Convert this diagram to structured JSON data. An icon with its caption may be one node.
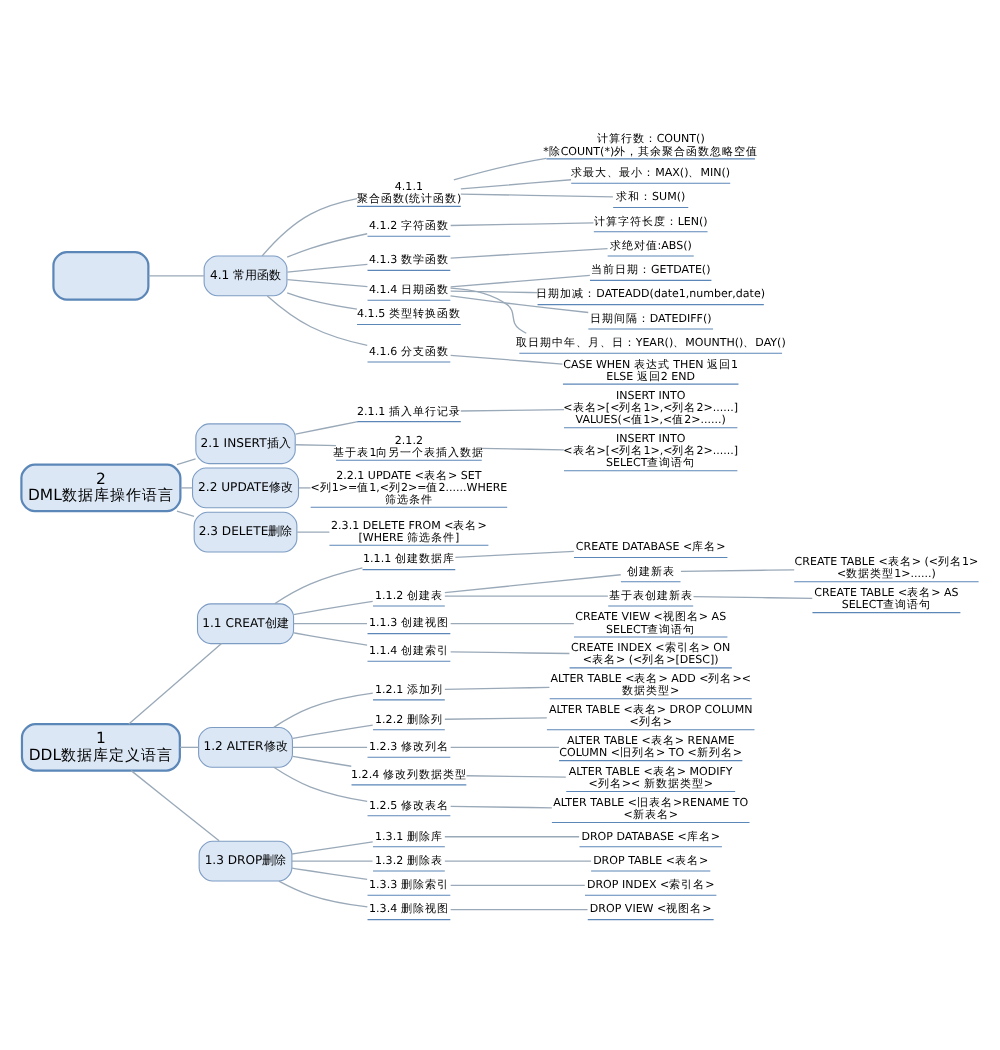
{
  "diagram": {
    "nodes": [
      {
        "text": [
          "1",
          "DDL数据库定义语言"
        ]
      },
      {
        "text": [
          "1.1 CREAT创建"
        ]
      },
      {
        "text": [
          "1.1.1 创建数据库"
        ]
      },
      {
        "text": [
          "CREATE DATABASE <库名>"
        ]
      },
      {
        "text": [
          "1.1.2 创建表"
        ]
      },
      {
        "text": [
          "创建新表"
        ]
      },
      {
        "text": [
          "CREATE TABLE <表名> (<列名1> <数据类型1>......)"
        ]
      },
      {
        "text": [
          "基于表创建新表"
        ]
      },
      {
        "text": [
          "CREATE TABLE <表名> AS SELECT查询语句"
        ]
      },
      {
        "text": [
          "1.1.3 创建视图"
        ]
      },
      {
        "text": [
          "CREATE VIEW <视图名> AS SELECT查询语句"
        ]
      },
      {
        "text": [
          "1.1.4 创建索引"
        ]
      },
      {
        "text": [
          "CREATE INDEX <索引名> ON <表名> (<列名>[DESC])"
        ]
      },
      {
        "text": [
          "1.2 ALTER修改"
        ]
      },
      {
        "text": [
          "1.2.1 添加列"
        ]
      },
      {
        "text": [
          "ALTER TABLE <表名> ADD <列名>< 数据类型>"
        ]
      },
      {
        "text": [
          "1.2.2 删除列"
        ]
      },
      {
        "text": [
          "ALTER TABLE <表名> DROP COLUMN <列名>"
        ]
      },
      {
        "text": [
          "1.2.3 修改列名"
        ]
      },
      {
        "text": [
          "ALTER TABLE <表名> RENAME COLUMN <旧列名> TO <新列名>"
        ]
      },
      {
        "text": [
          "1.2.4 修改列数据类型"
        ]
      },
      {
        "text": [
          "ALTER TABLE <表名> MODIFY <列名>< 新数据类型>"
        ]
      },
      {
        "text": [
          "1.2.5 修改表名"
        ]
      },
      {
        "text": [
          "ALTER TABLE <旧表名>RENAME TO <新表名>"
        ]
      },
      {
        "text": [
          "1.3 DROP删除"
        ]
      },
      {
        "text": [
          "1.3.1 删除库"
        ]
      },
      {
        "text": [
          "DROP DATABASE <库名>"
        ]
      },
      {
        "text": [
          "1.3.2 删除表"
        ]
      },
      {
        "text": [
          "DROP TABLE <表名>"
        ]
      },
      {
        "text": [
          "1.3.3 删除索引"
        ]
      },
      {
        "text": [
          "DROP INDEX <索引名>"
        ]
      },
      {
        "text": [
          "1.3.4 删除视图"
        ]
      },
      {
        "text": [
          "DROP VIEW <视图名>"
        ]
      },
      {
        "text": [
          "2",
          "DML数据库操作语言"
        ]
      },
      {
        "text": [
          "2.1 INSERT插入"
        ]
      },
      {
        "text": [
          "2.1.1 插入单行记录"
        ]
      },
      {
        "text": [
          "INSERT INTO <表名>[<列名1>,<列名2>......]",
          "VALUES(<值1>,<值2>......)"
        ]
      },
      {
        "text": [
          "2.1.2 基于表1向另一个表插入数据"
        ]
      },
      {
        "text": [
          "INSERT INTO <表名>[<列名1>,<列名2>......]",
          "SELECT查询语句"
        ]
      },
      {
        "text": [
          "2.2 UPDATE修改"
        ]
      },
      {
        "text": [
          "2.2.1 UPDATE <表名> SET <列1>=值1,<列2>=值2......WHERE 筛选条件"
        ]
      },
      {
        "text": [
          "2.3 DELETE删除"
        ]
      },
      {
        "text": [
          "2.3.1 DELETE FROM <表名> [WHERE 筛选条件]"
        ]
      },
      {
        "text": [
          "4.1 常用函数"
        ]
      },
      {
        "text": [
          "4.1.1",
          "聚合函数(统计函数)"
        ]
      },
      {
        "text": [
          "计算行数：COUNT()",
          "*除COUNT(*)外，其余聚合函数忽略空值"
        ]
      },
      {
        "text": [
          "求最大、最小：MAX()、MIN()"
        ]
      },
      {
        "text": [
          "求和：SUM()"
        ]
      },
      {
        "text": [
          "4.1.2 字符函数"
        ]
      },
      {
        "text": [
          "计算字符长度：LEN()"
        ]
      },
      {
        "text": [
          "4.1.3 数学函数"
        ]
      },
      {
        "text": [
          "求绝对值:ABS()"
        ]
      },
      {
        "text": [
          "4.1.4 日期函数"
        ]
      },
      {
        "text": [
          "当前日期：GETDATE()"
        ]
      },
      {
        "text": [
          "日期加减：DATEADD(date1,number,date)"
        ]
      },
      {
        "text": [
          "日期间隔：DATEDIFF()"
        ]
      },
      {
        "text": [
          "取日期中年、月、日：YEAR()、MOUNTH()、DAY()"
        ]
      },
      {
        "text": [
          "4.1.5 类型转换函数"
        ]
      },
      {
        "text": [
          "4.1.6 分支函数"
        ]
      },
      {
        "text": [
          "CASE WHEN 表达式 THEN 返回1 ELSE 返回2 END"
        ]
      },
      {
        "text": [],
        "shape": "box"
      }
    ],
    "edges": [
      {
        "from": 0,
        "to": 1,
        "arrow": "none"
      },
      {
        "from": 1,
        "to": 2,
        "arrow": "none"
      },
      {
        "from": 2,
        "to": 3,
        "arrow": "none"
      },
      {
        "from": 1,
        "to": 4,
        "arrow": "none"
      },
      {
        "from": 4,
        "to": 5,
        "arrow": "none"
      },
      {
        "from": 5,
        "to": 6,
        "arrow": "none"
      },
      {
        "from": 4,
        "to": 7,
        "arrow": "none"
      },
      {
        "from": 7,
        "to": 8,
        "arrow": "none"
      },
      {
        "from": 1,
        "to": 9,
        "arrow": "none"
      },
      {
        "from": 9,
        "to": 10,
        "arrow": "none"
      },
      {
        "from": 1,
        "to": 11,
        "arrow": "none"
      },
      {
        "from": 11,
        "to": 12,
        "arrow": "none"
      },
      {
        "from": 0,
        "to": 13,
        "arrow": "none"
      },
      {
        "from": 13,
        "to": 14,
        "arrow": "none"
      },
      {
        "from": 14,
        "to": 15,
        "arrow": "none"
      },
      {
        "from": 13,
        "to": 16,
        "arrow": "none"
      },
      {
        "from": 16,
        "to": 17,
        "arrow": "none"
      },
      {
        "from": 13,
        "to": 18,
        "arrow": "none"
      },
      {
        "from": 18,
        "to": 19,
        "arrow": "none"
      },
      {
        "from": 13,
        "to": 20,
        "arrow": "none"
      },
      {
        "from": 20,
        "to": 21,
        "arrow": "none"
      },
      {
        "from": 13,
        "to": 22,
        "arrow": "none"
      },
      {
        "from": 22,
        "to": 23,
        "arrow": "none"
      },
      {
        "from": 0,
        "to": 24,
        "arrow": "none"
      },
      {
        "from": 24,
        "to": 25,
        "arrow": "none"
      },
      {
        "from": 25,
        "to": 26,
        "arrow": "none"
      },
      {
        "from": 24,
        "to": 27,
        "arrow": "none"
      },
      {
        "from": 27,
        "to": 28,
        "arrow": "none"
      },
      {
        "from": 24,
        "to": 29,
        "arrow": "none"
      },
      {
        "from": 29,
        "to": 30,
        "arrow": "none"
      },
      {
        "from": 24,
        "to": 31,
        "arrow": "none"
      },
      {
        "from": 31,
        "to": 32,
        "arrow": "none"
      },
      {
        "from": 33,
        "to": 34,
        "arrow": "none"
      },
      {
        "from": 34,
        "to": 35,
        "arrow": "none"
      },
      {
        "from": 35,
        "to": 36,
        "arrow": "none"
      },
      {
        "from": 34,
        "to": 37,
        "arrow": "none"
      },
      {
        "from": 37,
        "to": 38,
        "arrow": "none"
      },
      {
        "from": 33,
        "to": 39,
        "arrow": "none"
      },
      {
        "from": 39,
        "to": 40,
        "arrow": "none"
      },
      {
        "from": 33,
        "to": 41,
        "arrow": "none"
      },
      {
        "from": 41,
        "to": 42,
        "arrow": "none"
      },
      {
        "from": 60,
        "to": 43,
        "arrow": "none"
      },
      {
        "from": 43,
        "to": 44,
        "arrow": "none"
      },
      {
        "from": 44,
        "to": 45,
        "arrow": "none"
      },
      {
        "from": 44,
        "to": 46,
        "arrow": "none"
      },
      {
        "from": 44,
        "to": 47,
        "arrow": "none"
      },
      {
        "from": 43,
        "to": 48,
        "arrow": "none"
      },
      {
        "from": 48,
        "to": 49,
        "arrow": "none"
      },
      {
        "from": 43,
        "to": 50,
        "arrow": "none"
      },
      {
        "from": 50,
        "to": 51,
        "arrow": "none"
      },
      {
        "from": 43,
        "to": 52,
        "arrow": "none"
      },
      {
        "from": 52,
        "to": 53,
        "arrow": "none"
      },
      {
        "from": 52,
        "to": 54,
        "arrow": "none"
      },
      {
        "from": 52,
        "to": 55,
        "arrow": "none"
      },
      {
        "from": 52,
        "to": 56,
        "arrow": "none"
      },
      {
        "from": 43,
        "to": 57,
        "arrow": "none"
      },
      {
        "from": 43,
        "to": 58,
        "arrow": "none"
      },
      {
        "from": 58,
        "to": 59,
        "arrow": "none"
      }
    ]
  }
}
